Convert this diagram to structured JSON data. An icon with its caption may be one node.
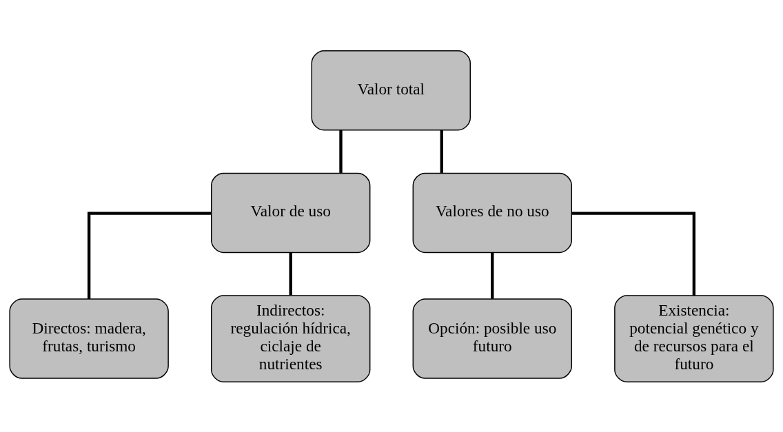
{
  "diagram": {
    "nodes": [
      {
        "text": [
          "Valor total"
        ]
      },
      {
        "text": [
          "Valor de uso"
        ]
      },
      {
        "text": [
          "Valores de no uso"
        ]
      },
      {
        "text": [
          "Directos: madera, frutas, turismo"
        ]
      },
      {
        "text": [
          "Indirectos: regulación hídrica, ciclaje de nutrientes"
        ]
      },
      {
        "text": [
          "Opción: posible uso futuro"
        ]
      },
      {
        "text": [
          "Existencia: potencial genético y de recursos para el futuro"
        ]
      }
    ],
    "edges": [
      {
        "from": 0,
        "to": 1,
        "arrow": "none"
      },
      {
        "from": 0,
        "to": 2,
        "arrow": "none"
      },
      {
        "from": 1,
        "to": 3,
        "arrow": "none"
      },
      {
        "from": 1,
        "to": 4,
        "arrow": "none"
      },
      {
        "from": 2,
        "to": 5,
        "arrow": "none"
      },
      {
        "from": 2,
        "to": 6,
        "arrow": "none"
      }
    ]
  }
}
